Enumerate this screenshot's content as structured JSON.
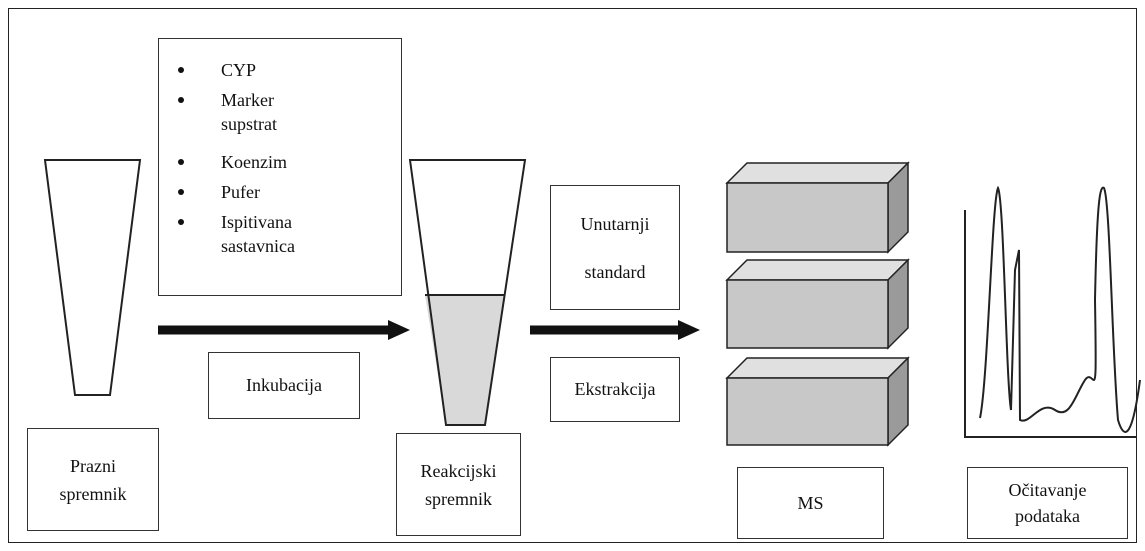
{
  "ingredients": [
    {
      "line1": "CYP",
      "line2": ""
    },
    {
      "line1": "Marker",
      "line2": "supstrat"
    },
    {
      "line1": "Koenzim",
      "line2": ""
    },
    {
      "line1": "Pufer",
      "line2": ""
    },
    {
      "line1": "Ispitivana",
      "line2": "sastavnica"
    }
  ],
  "steps": {
    "empty_container": {
      "line1": "Prazni",
      "line2": "spremnik"
    },
    "incubation": "Inkubacija",
    "reaction_container": {
      "line1": "Reakcijski",
      "line2": "spremnik"
    },
    "internal_standard": {
      "line1": "Unutarnji",
      "line2": "standard"
    },
    "extraction": "Ekstrakcija",
    "ms": "MS",
    "data_readout": {
      "line1": "Očitavanje",
      "line2": "podataka"
    }
  },
  "colors": {
    "stroke": "#222222",
    "liquid": "#d9d9d9",
    "block_front": "#c8c8c8",
    "block_top": "#e0e0e0",
    "block_side": "#9a9a9a"
  }
}
